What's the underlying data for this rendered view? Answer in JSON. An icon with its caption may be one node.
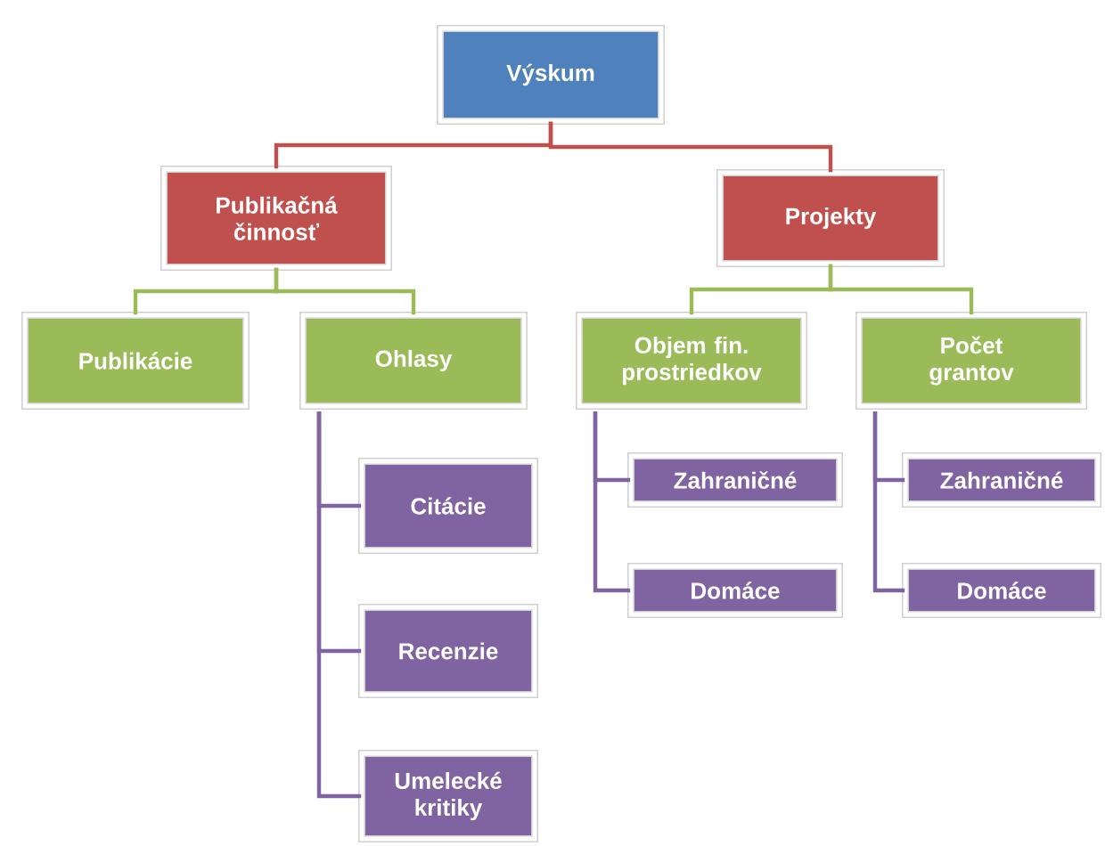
{
  "diagram": {
    "nodes": [
      {
        "text": [
          "Výskum"
        ]
      },
      {
        "text": [
          "Publikačná činnosť"
        ]
      },
      {
        "text": [
          "Projekty"
        ]
      },
      {
        "text": [
          "Publikácie"
        ]
      },
      {
        "text": [
          "Ohlasy"
        ]
      },
      {
        "text": [
          "Objem fin. prostriedkov"
        ]
      },
      {
        "text": [
          "Počet grantov"
        ]
      },
      {
        "text": [
          "Citácie"
        ]
      },
      {
        "text": [
          "Recenzie"
        ]
      },
      {
        "text": [
          "Umelecké kritiky"
        ]
      },
      {
        "text": [
          "Zahraničné"
        ]
      },
      {
        "text": [
          "Domáce"
        ]
      },
      {
        "text": [
          "Zahraničné"
        ]
      },
      {
        "text": [
          "Domáce"
        ]
      }
    ],
    "edges": [
      {
        "from": 0,
        "to": 1,
        "arrow": "none",
        "color": "#c0504d"
      },
      {
        "from": 0,
        "to": 2,
        "arrow": "none",
        "color": "#c0504d"
      },
      {
        "from": 1,
        "to": 3,
        "arrow": "none",
        "color": "#9bbb59"
      },
      {
        "from": 1,
        "to": 4,
        "arrow": "none",
        "color": "#9bbb59"
      },
      {
        "from": 2,
        "to": 5,
        "arrow": "none",
        "color": "#9bbb59"
      },
      {
        "from": 2,
        "to": 6,
        "arrow": "none",
        "color": "#9bbb59"
      },
      {
        "from": 4,
        "to": 7,
        "arrow": "none"
      },
      {
        "from": 4,
        "to": 8,
        "arrow": "none"
      },
      {
        "from": 4,
        "to": 9,
        "arrow": "none"
      },
      {
        "from": 5,
        "to": 10,
        "arrow": "none"
      },
      {
        "from": 5,
        "to": 11,
        "arrow": "none"
      },
      {
        "from": 6,
        "to": 12,
        "arrow": "none"
      },
      {
        "from": 6,
        "to": 13,
        "arrow": "none"
      }
    ]
  }
}
